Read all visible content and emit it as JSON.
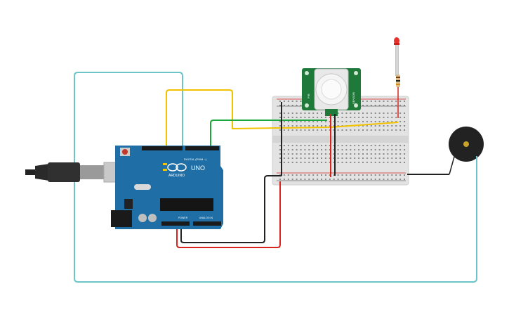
{
  "arduino": {
    "board_name": "UNO",
    "brand": "ARDUINO",
    "digital_header_label": "DIGITAL (PWM ~)",
    "power_header_label": "POWER",
    "analog_header_label": "ANALOG IN",
    "board_color": "#1f6fa6"
  },
  "pir_sensor": {
    "label_left": "PIR",
    "label_right": "SENSOR",
    "board_color": "#1f7a3a"
  },
  "colors": {
    "wire_yellow": "#f2c200",
    "wire_green": "#1aa83a",
    "wire_red": "#d6241f",
    "wire_black": "#222222",
    "wire_cyan": "#6cc3c8",
    "led_red": "#e8302a",
    "breadboard": "#e6e6e6"
  },
  "components": {
    "usb_cable": "usb-plug",
    "led": "red-led",
    "resistor": "resistor",
    "buzzer": "piezo-buzzer",
    "breadboard": "half-breadboard"
  }
}
